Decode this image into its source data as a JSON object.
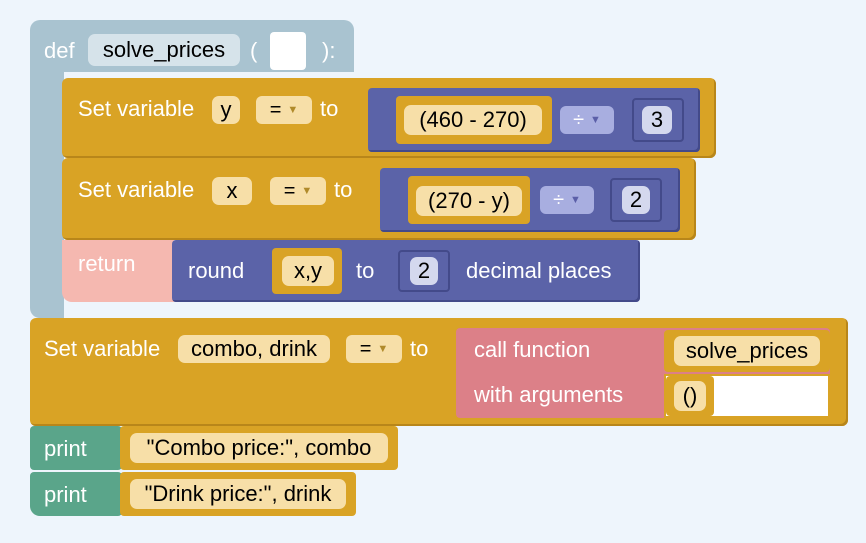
{
  "def_block": {
    "keyword": "def",
    "name": "solve_prices",
    "open_paren": "(",
    "close_paren": "):"
  },
  "set_y": {
    "label": "Set variable",
    "var": "y",
    "op": "=",
    "to": "to",
    "left": "(460 - 270)",
    "operator": "÷",
    "right": "3"
  },
  "set_x": {
    "label": "Set variable",
    "var": "x",
    "op": "=",
    "to": "to",
    "left": "(270 - y)",
    "operator": "÷",
    "right": "2"
  },
  "return_block": {
    "keyword": "return",
    "round": "round",
    "value": "x,y",
    "to": "to",
    "digits": "2",
    "suffix": "decimal places"
  },
  "set_combo": {
    "label": "Set variable",
    "var": "combo, drink",
    "op": "=",
    "to": "to",
    "call": "call function",
    "func": "solve_prices",
    "with_args": "with arguments",
    "args": "()"
  },
  "prints": [
    {
      "keyword": "print",
      "value": "\"Combo price:\", combo"
    },
    {
      "keyword": "print",
      "value": "\"Drink price:\", drink"
    }
  ],
  "colors": {
    "background": "#eef5fc",
    "def": "#a9c3d0",
    "variable": "#d9a325",
    "math": "#5b63a8",
    "return": "#f5b8b0",
    "call": "#dc8088",
    "print": "#5aa58a",
    "field": "#f7dfa8"
  }
}
